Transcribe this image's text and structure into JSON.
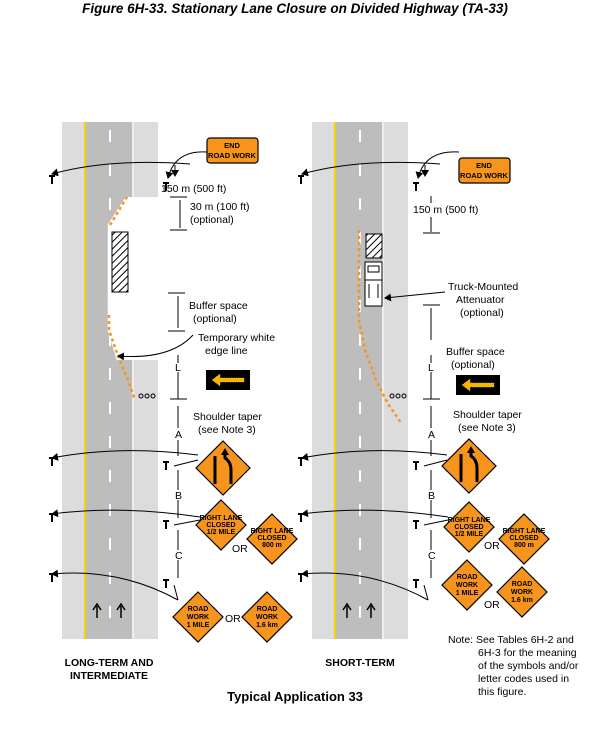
{
  "title": "Figure 6H-33.  Stationary Lane Closure on Divided Highway (TA-33)",
  "footer": "Typical Application 33",
  "colors": {
    "road": "#bdbdbd",
    "shoulder": "#dcdcdc",
    "orange": "#f7941d",
    "yellow": "#f5d300",
    "ink": "#000000"
  },
  "left": {
    "caption_line1": "LONG-TERM AND",
    "caption_line2": "INTERMEDIATE",
    "end_sign_line1": "END",
    "end_sign_line2": "ROAD WORK",
    "dist_150": "150 m (500 ft)",
    "dist_30_line1": "30 m (100 ft)",
    "dist_30_line2": "(optional)",
    "buffer_line1": "Buffer space",
    "buffer_line2": "(optional)",
    "edge_line1": "Temporary white",
    "edge_line2": "edge line",
    "L": "L",
    "taper_line1": "Shoulder taper",
    "taper_line2": "(see Note 3)",
    "A": "A",
    "B": "B",
    "C": "C",
    "or1": "OR",
    "or2": "OR",
    "lane_closed_l1": "RIGHT LANE",
    "lane_closed_l2": "CLOSED",
    "lane_closed_l3": "1/2 MILE",
    "lane_closed_m1": "RIGHT LANE",
    "lane_closed_m2": "CLOSED",
    "lane_closed_m3": "800 m",
    "road_work_l1": "ROAD",
    "road_work_l2": "WORK",
    "road_work_l3": "1 MILE",
    "road_work_m1": "ROAD",
    "road_work_m2": "WORK",
    "road_work_m3": "1.6 km"
  },
  "right": {
    "caption": "SHORT-TERM",
    "end_sign_line1": "END",
    "end_sign_line2": "ROAD WORK",
    "dist_150": "150 m (500 ft)",
    "tma_line1": "Truck-Mounted",
    "tma_line2": "Attenuator",
    "tma_line3": "(optional)",
    "buffer_line1": "Buffer space",
    "buffer_line2": "(optional)",
    "L": "L",
    "taper_line1": "Shoulder taper",
    "taper_line2": "(see Note 3)",
    "A": "A",
    "B": "B",
    "C": "C",
    "or1": "OR",
    "or2": "OR",
    "lane_closed_l1": "RIGHT LANE",
    "lane_closed_l2": "CLOSED",
    "lane_closed_l3": "1/2 MILE",
    "lane_closed_m1": "RIGHT LANE",
    "lane_closed_m2": "CLOSED",
    "lane_closed_m3": "800 m",
    "road_work_l1": "ROAD",
    "road_work_l2": "WORK",
    "road_work_l3": "1 MILE",
    "road_work_m1": "ROAD",
    "road_work_m2": "WORK",
    "road_work_m3": "1.6 km"
  },
  "note_line1": "Note:  See Tables 6H-2 and",
  "note_line2": "6H-3 for the meaning",
  "note_line3": "of the symbols and/or",
  "note_line4": "letter codes used in",
  "note_line5": "this figure."
}
